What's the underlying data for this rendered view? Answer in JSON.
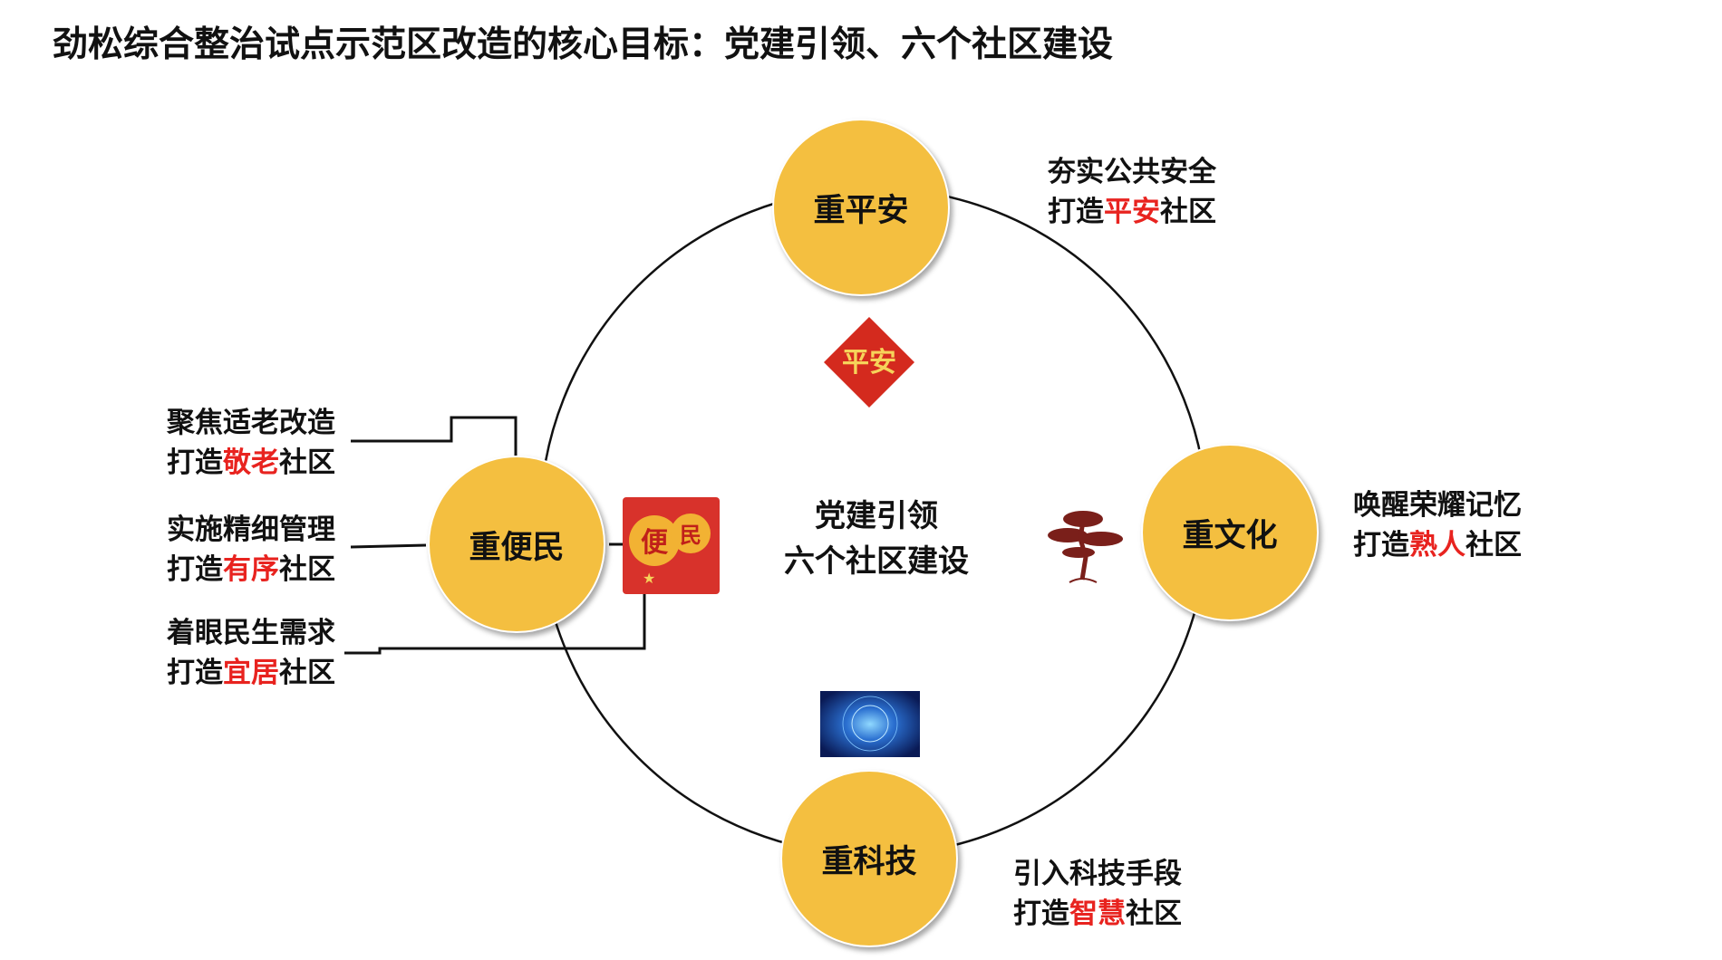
{
  "title": "劲松综合整治试点示范区改造的核心目标：党建引领、六个社区建设",
  "center": {
    "line1": "党建引领",
    "line2": "六个社区建设"
  },
  "nodes": {
    "safety": "重平安",
    "convenience": "重便民",
    "culture": "重文化",
    "technology": "重科技"
  },
  "labels": {
    "safety": {
      "line1": "夯实公共安全",
      "prefix": "打造",
      "highlight": "平安",
      "suffix": "社区"
    },
    "culture": {
      "line1": "唤醒荣耀记忆",
      "prefix": "打造",
      "highlight": "熟人",
      "suffix": "社区"
    },
    "technology": {
      "line1": "引入科技手段",
      "prefix": "打造",
      "highlight": "智慧",
      "suffix": "社区"
    },
    "elderly": {
      "line1": "聚焦适老改造",
      "prefix": "打造",
      "highlight": "敬老",
      "suffix": "社区"
    },
    "orderly": {
      "line1": "实施精细管理",
      "prefix": "打造",
      "highlight": "有序",
      "suffix": "社区"
    },
    "livable": {
      "line1": "着眼民生需求",
      "prefix": "打造",
      "highlight": "宜居",
      "suffix": "社区"
    }
  },
  "images": {
    "pingan_text": "平安",
    "bianmin_text": "便民"
  },
  "colors": {
    "node": "#f4bf40",
    "highlight": "#e8231f",
    "pingan_bg": "#d42a1e",
    "bianmin_bg": "#d8322b",
    "tree": "#7a1f1a"
  }
}
